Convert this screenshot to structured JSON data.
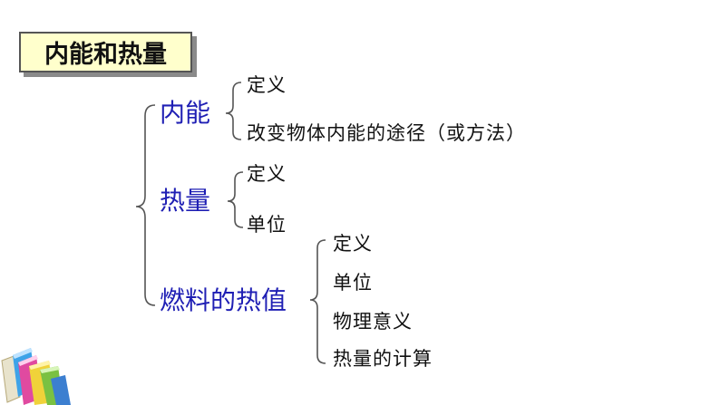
{
  "title": "内能和热量",
  "categories": [
    {
      "label": "内能",
      "items": [
        "定义",
        "改变物体内能的途径（或方法）"
      ]
    },
    {
      "label": "热量",
      "items": [
        "定义",
        "单位"
      ]
    },
    {
      "label": "燃料的热值",
      "items": [
        "定义",
        "单位",
        "物理意义",
        "热量的计算"
      ]
    }
  ],
  "colors": {
    "category": "#1f1fb4",
    "title_bg": "#ffffcc",
    "text": "#111111"
  },
  "decoration": "books-icon"
}
